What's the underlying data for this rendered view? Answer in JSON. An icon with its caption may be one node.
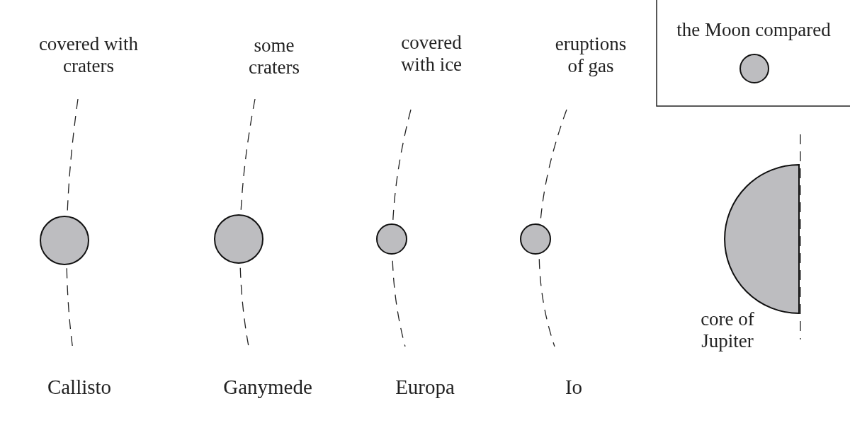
{
  "diagram": {
    "labels": [
      "covered with craters",
      "some craters",
      "covered with ice",
      "eruptions of gas",
      "the Moon compared",
      "core of Jupiter",
      "Callisto",
      "Ganymede",
      "Europa",
      "Io"
    ]
  }
}
